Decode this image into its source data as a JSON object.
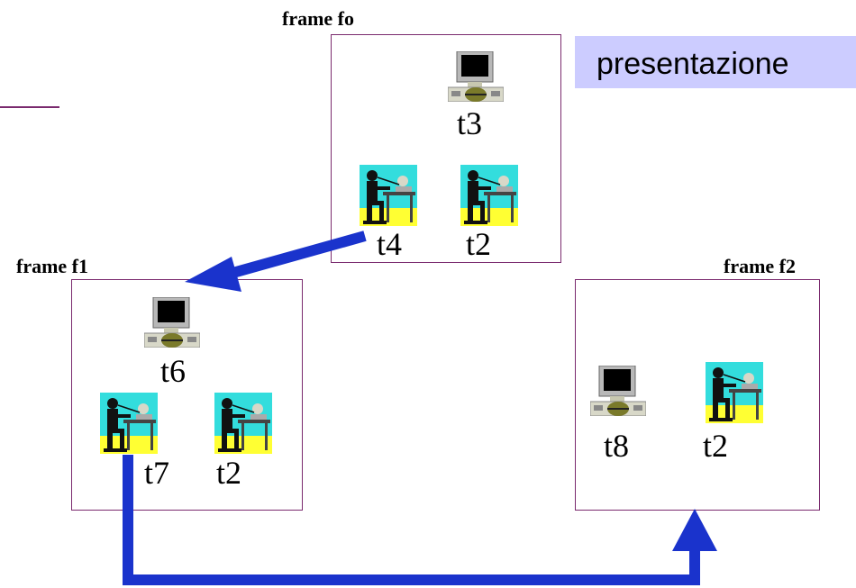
{
  "title": "presentazione",
  "frames": {
    "fo": {
      "label": "frame fo"
    },
    "f1": {
      "label": "frame f1"
    },
    "f2": {
      "label": "frame f2"
    }
  },
  "nodes": {
    "t3": "t3",
    "t4": "t4",
    "t2_fo": "t2",
    "t6": "t6",
    "t7": "t7",
    "t2_f1": "t2",
    "t8": "t8",
    "t2_f2": "t2"
  },
  "colors": {
    "frame_border": "#7a2a6e",
    "arrow": "#1a33cc",
    "title_bg": "#ccccff"
  }
}
